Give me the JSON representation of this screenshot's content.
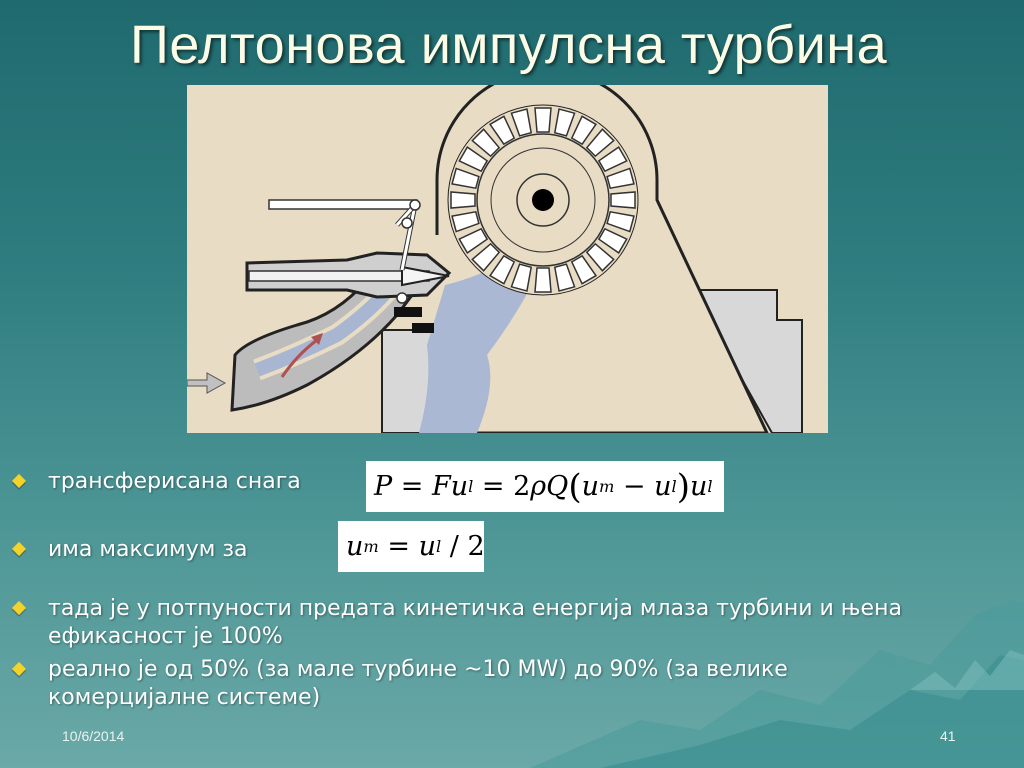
{
  "title": "Пелтонова импулсна турбина",
  "bullets": [
    {
      "text": "трансферисана снага"
    },
    {
      "text": "има максимум за"
    },
    {
      "text": "тада је у потпуности предата кинетичка енергија млаза турбини и њена ефикасност је 100%"
    },
    {
      "text": "реално је од 50% (за мале турбине ~10 MW) до 90% (за велике комерцијалне системе)"
    }
  ],
  "formula_power": {
    "P": "P",
    "eq": "=",
    "F": "F",
    "u": "u",
    "l": "l",
    "two": "2",
    "rho": "ρ",
    "Q": "Q",
    "lparen": "(",
    "m": "m",
    "minus": "−",
    "rparen": ")"
  },
  "formula_max": {
    "u": "u",
    "m": "m",
    "eq": "=",
    "l": "l",
    "slash": "/",
    "two": "2"
  },
  "footer": {
    "date": "10/6/2014",
    "page": "41"
  },
  "colors": {
    "background_top": "#1f6a6e",
    "background_bottom": "#6aa9a7",
    "title_text": "#fbfbe6",
    "bullet_marker": "#f3d22a",
    "diagram_background": "#e8dcc4",
    "diagram_water": "#aab8d4"
  }
}
